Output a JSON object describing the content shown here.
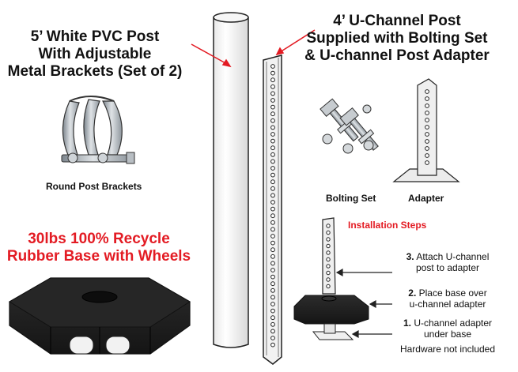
{
  "labels": {
    "pvc_post_line1": "5’ White PVC Post",
    "pvc_post_line2": "With Adjustable",
    "pvc_post_line3": "Metal Brackets (Set of 2)",
    "uchannel_line1": "4’ U-Channel Post",
    "uchannel_line2": "Supplied with Bolting Set",
    "uchannel_line3": "& U-channel Post Adapter",
    "round_brackets": "Round Post Brackets",
    "bolting_set": "Bolting Set",
    "adapter": "Adapter",
    "rubber_line1": "30lbs 100% Recycle",
    "rubber_line2": "Rubber Base with Wheels",
    "install_title": "Installation Steps"
  },
  "steps": [
    {
      "num": "3.",
      "line1": "Attach U-channel",
      "line2": "post to adapter"
    },
    {
      "num": "2.",
      "line1": "Place base over",
      "line2": "u-channel adapter"
    },
    {
      "num": "1.",
      "line1": "U-channel adapter",
      "line2": "under base"
    }
  ],
  "footnote": "Hardware not included",
  "colors": {
    "accent": "#e31b23",
    "base": "#1c1c1c",
    "metal": "#9aa3ab"
  }
}
